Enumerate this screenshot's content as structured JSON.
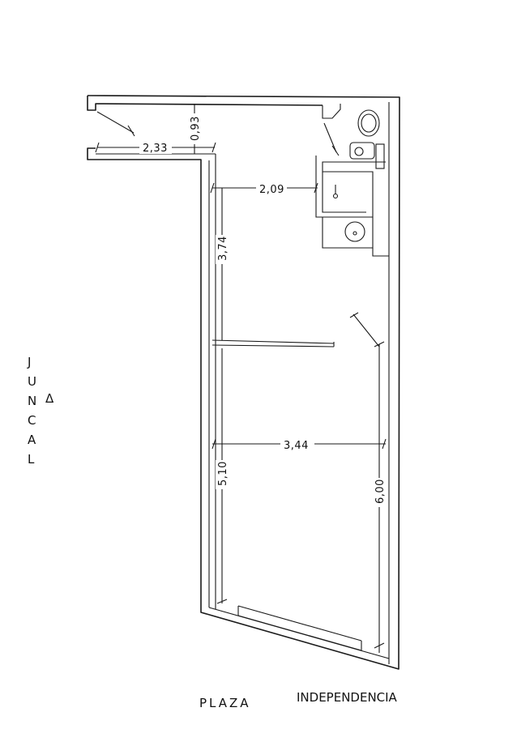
{
  "plan": {
    "street_side": "JUNCAL",
    "street_front": "PLAZA",
    "street_front_2": "INDEPENDENCIA",
    "dimensions": {
      "entry_width": "2,33",
      "entry_depth": "0,93",
      "corridor_width": "2,09",
      "left_wall_upper": "3,74",
      "room_width": "3,44",
      "left_wall_lower": "5,10",
      "right_wall": "6,00"
    }
  }
}
